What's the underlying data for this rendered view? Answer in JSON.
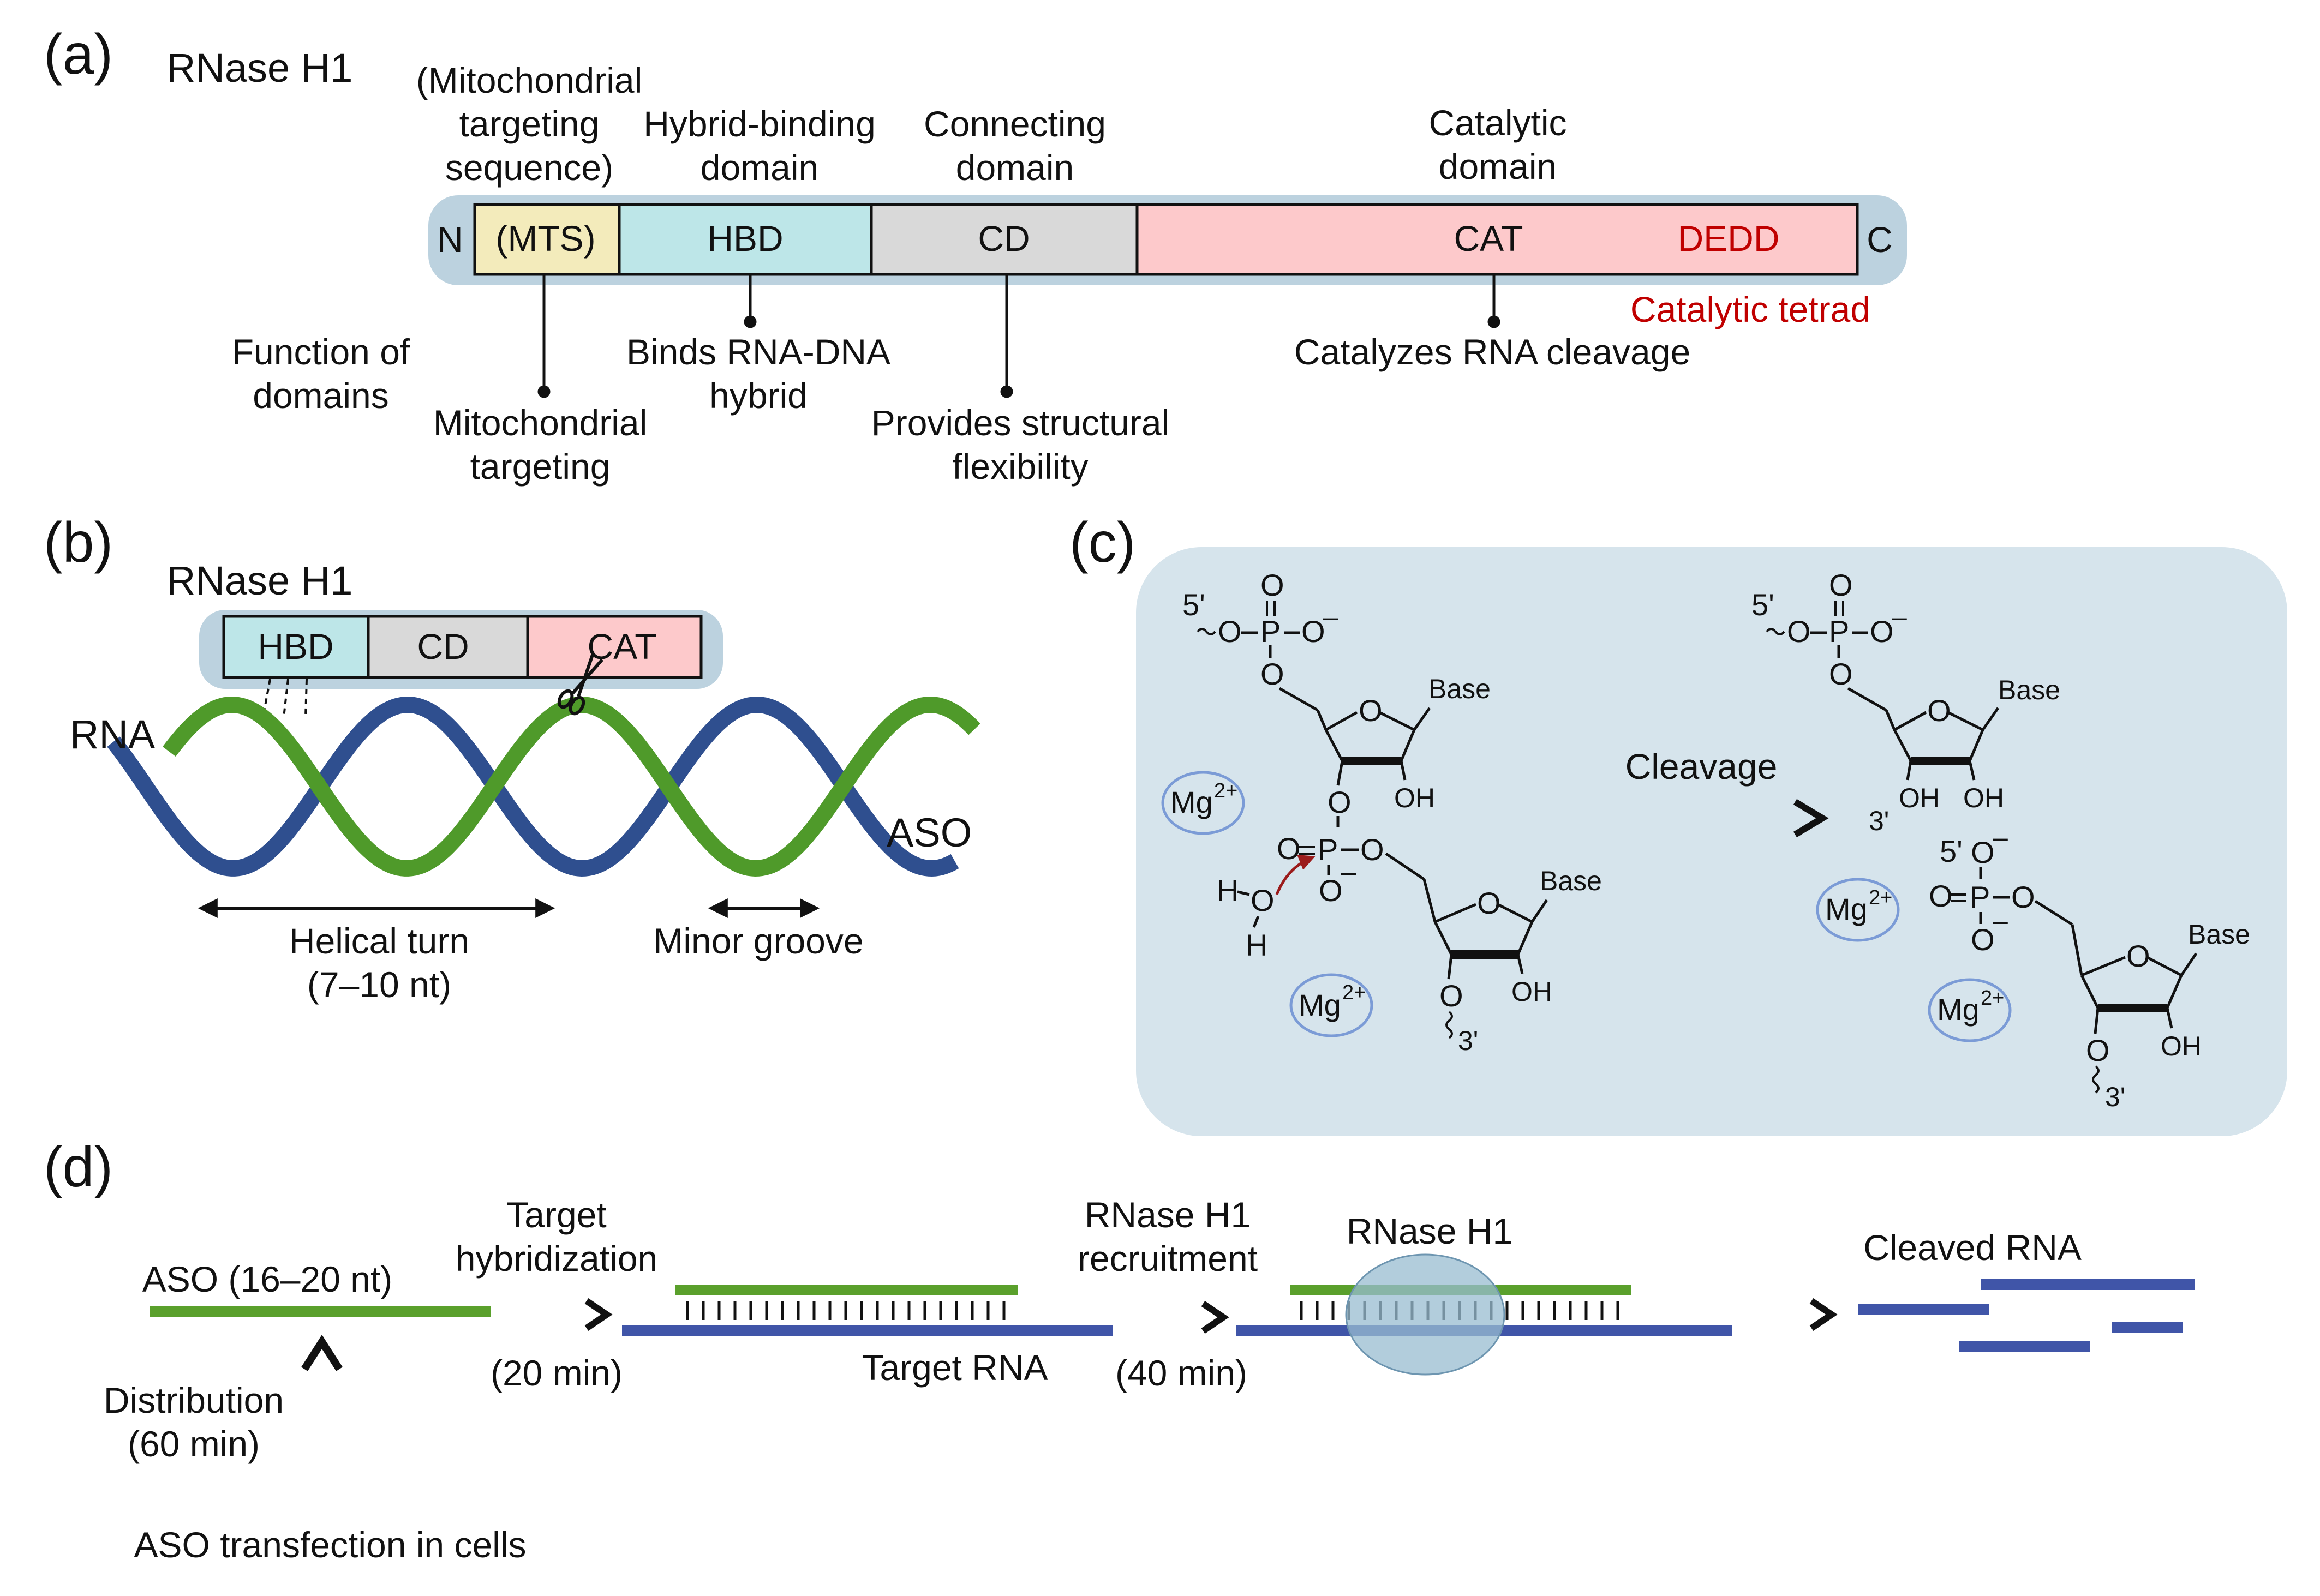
{
  "panels": {
    "a": {
      "letter": "(a)",
      "title": "RNase H1",
      "n_terminal": "N",
      "c_terminal": "C",
      "domain_names": {
        "mts": [
          "(Mitochondrial",
          "targeting",
          "sequence)"
        ],
        "hbd": [
          "Hybrid-binding",
          "domain"
        ],
        "cd": [
          "Connecting",
          "domain"
        ],
        "cat": [
          "Catalytic",
          "domain"
        ]
      },
      "domain_boxes": {
        "mts": "(MTS)",
        "hbd": "HBD",
        "cd": "CD",
        "cat": "CAT",
        "motif": "DEDD"
      },
      "motif_note": "Catalytic tetrad",
      "function_header": [
        "Function of",
        "domains"
      ],
      "functions": {
        "mts": [
          "Mitochondrial",
          "targeting"
        ],
        "hbd": [
          "Binds RNA-DNA",
          "hybrid"
        ],
        "cd": [
          "Provides structural",
          "flexibility"
        ],
        "cat": [
          "Catalyzes RNA cleavage"
        ]
      }
    },
    "b": {
      "letter": "(b)",
      "title": "RNase H1",
      "domains": {
        "hbd": "HBD",
        "cd": "CD",
        "cat": "CAT"
      },
      "rna_label": "RNA",
      "aso_label": "ASO",
      "helical_turn": [
        "Helical turn",
        "(7–10 nt)"
      ],
      "minor_groove": "Minor groove"
    },
    "c": {
      "letter": "(c)",
      "arrow_label": "Cleavage",
      "atoms": {
        "five_prime": "5'",
        "three_prime": "3'",
        "o": "O",
        "p": "P",
        "h": "H",
        "oh": "OH",
        "base": "Base",
        "minus": "–",
        "mg": "Mg",
        "mg_charge": "2+"
      }
    },
    "d": {
      "letter": "(d)",
      "aso": "ASO (16–20 nt)",
      "step1": [
        "Target",
        "hybridization"
      ],
      "step1_time": "(20 min)",
      "target_rna": "Target RNA",
      "step2": [
        "RNase H1",
        "recruitment"
      ],
      "step2_time": "(40 min)",
      "rnase": "RNase H1",
      "cleaved": "Cleaved RNA",
      "distribution": [
        "Distribution",
        "(60 min)"
      ],
      "transfection": "ASO transfection in cells"
    }
  },
  "colors": {
    "mts": "#f3ebbb",
    "hbd": "#bde6e8",
    "cd": "#d9d9d9",
    "cat": "#fdc9cb",
    "protein_bg": "#bcd2df",
    "panel_c_bg": "#d6e4ec",
    "rna": "#2f4f8f",
    "aso": "#4f9a2a",
    "motif": "#c00000",
    "mg_ring": "#7b9bd6",
    "target_blue": "#4055a8",
    "aso_green": "#5aa02c",
    "rnase_blob": "#98bcd0"
  }
}
